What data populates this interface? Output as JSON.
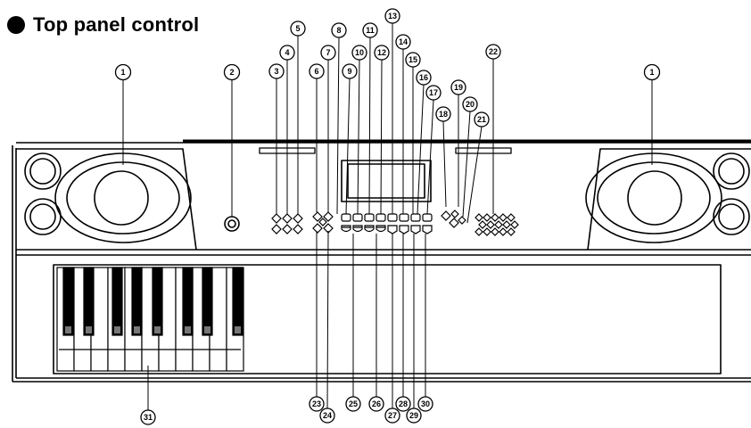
{
  "title": "Top panel control",
  "colors": {
    "ink": "#000000",
    "paper": "#ffffff"
  },
  "callouts": {
    "speaker_left": "1",
    "speaker_right": "1",
    "jack": "2",
    "c3": "3",
    "c4": "4",
    "c5": "5",
    "c6": "6",
    "c7": "7",
    "c8": "8",
    "c9": "9",
    "c10": "10",
    "c11": "11",
    "c12": "12",
    "c13": "13",
    "c14": "14",
    "c15": "15",
    "c16": "16",
    "c17": "17",
    "c18": "18",
    "c19": "19",
    "c20": "20",
    "c21": "21",
    "c22": "22",
    "c23": "23",
    "c24": "24",
    "c25": "25",
    "c26": "26",
    "c27": "27",
    "c28": "28",
    "c29": "29",
    "c30": "30",
    "c31": "31"
  }
}
